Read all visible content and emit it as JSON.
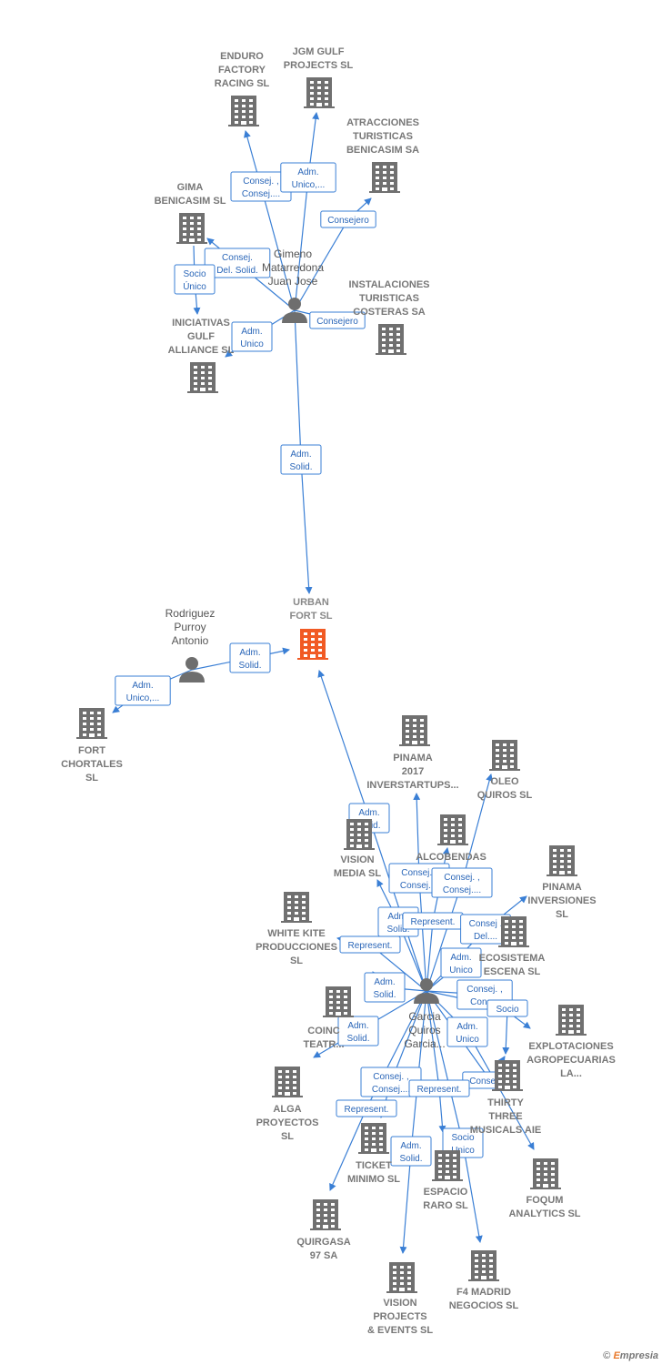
{
  "colors": {
    "company": "#707070",
    "focus": "#f15a24",
    "person": "#6e6e6e",
    "edge": "#3a7fd5"
  },
  "focus_node": {
    "id": "urban",
    "label": [
      "URBAN",
      "FORT SL"
    ]
  },
  "nodes": [
    {
      "id": "urban",
      "type": "focus",
      "label": [
        "URBAN",
        "FORT  SL"
      ]
    },
    {
      "id": "enduro",
      "type": "company",
      "label": [
        "ENDURO",
        "FACTORY",
        "RACING SL"
      ]
    },
    {
      "id": "jgm",
      "type": "company",
      "label": [
        "JGM GULF",
        "PROJECTS SL"
      ]
    },
    {
      "id": "atracciones",
      "type": "company",
      "label": [
        "ATRACCIONES",
        "TURISTICAS",
        "BENICASIM SA"
      ]
    },
    {
      "id": "gima",
      "type": "company",
      "label": [
        "GIMA",
        "BENICASIM SL"
      ]
    },
    {
      "id": "gimeno",
      "type": "person",
      "label": [
        "Gimeno",
        "Matarredona",
        "Juan Jose"
      ]
    },
    {
      "id": "instalaciones",
      "type": "company",
      "label": [
        "INSTALACIONES",
        "TURISTICAS",
        "COSTERAS SA"
      ]
    },
    {
      "id": "iniciativas",
      "type": "company",
      "label": [
        "INICIATIVAS",
        "GULF",
        "ALLIANCE  SL"
      ]
    },
    {
      "id": "rodriguez",
      "type": "person",
      "label": [
        "Rodriguez",
        "Purroy",
        "Antonio"
      ]
    },
    {
      "id": "fort",
      "type": "company",
      "label": [
        "FORT",
        "CHORTALES",
        "SL"
      ]
    },
    {
      "id": "pinama2017",
      "type": "company",
      "label": [
        "PINAMA",
        "2017",
        "INVERSTARTUPS..."
      ]
    },
    {
      "id": "oleo",
      "type": "company",
      "label": [
        "OLEO",
        "QUIROS  SL"
      ]
    },
    {
      "id": "alcobendas",
      "type": "company",
      "label": [
        "ALCOBENDAS"
      ]
    },
    {
      "id": "vision_media",
      "type": "company",
      "label": [
        "VISION",
        "MEDIA SL"
      ]
    },
    {
      "id": "pinama_inv",
      "type": "company",
      "label": [
        "PINAMA",
        "INVERSIONES",
        "SL"
      ]
    },
    {
      "id": "white_kite",
      "type": "company",
      "label": [
        "WHITE KITE",
        "PRODUCCIONES",
        "SL"
      ]
    },
    {
      "id": "ecosistema",
      "type": "company",
      "label": [
        "ECOSISTEMA",
        "ESCENA  SL"
      ]
    },
    {
      "id": "garcia",
      "type": "person",
      "label": [
        "Garcia",
        "Quiros",
        "Garcia..."
      ]
    },
    {
      "id": "coinc",
      "type": "company",
      "label": [
        "COINC",
        "TEATR..."
      ]
    },
    {
      "id": "explotaciones",
      "type": "company",
      "label": [
        "EXPLOTACIONES",
        "AGROPECUARIAS",
        "LA..."
      ]
    },
    {
      "id": "alga",
      "type": "company",
      "label": [
        "ALGA",
        "PROYECTOS",
        "SL"
      ]
    },
    {
      "id": "thirty",
      "type": "company",
      "label": [
        "THIRTY",
        "THREE",
        "MUSICALS AIE"
      ]
    },
    {
      "id": "ticket",
      "type": "company",
      "label": [
        "TICKET",
        "MINIMO  SL"
      ]
    },
    {
      "id": "espacio",
      "type": "company",
      "label": [
        "ESPACIO",
        "RARO  SL"
      ]
    },
    {
      "id": "foqum",
      "type": "company",
      "label": [
        "FOQUM",
        "ANALYTICS  SL"
      ]
    },
    {
      "id": "quirgasa",
      "type": "company",
      "label": [
        "QUIRGASA",
        "97 SA"
      ]
    },
    {
      "id": "vision_projects",
      "type": "company",
      "label": [
        "VISION",
        "PROJECTS",
        "& EVENTS SL"
      ]
    },
    {
      "id": "f4",
      "type": "company",
      "label": [
        "F4 MADRID",
        "NEGOCIOS  SL"
      ]
    }
  ],
  "edges": [
    {
      "from": "gimeno",
      "to": "enduro",
      "label": [
        "Consej. ,",
        "Consej...."
      ]
    },
    {
      "from": "gimeno",
      "to": "jgm",
      "label": [
        "Adm.",
        "Unico,..."
      ]
    },
    {
      "from": "gimeno",
      "to": "atracciones",
      "label": [
        "Consejero"
      ]
    },
    {
      "from": "gimeno",
      "to": "gima",
      "label": [
        "Consej.",
        "Del. Solid."
      ]
    },
    {
      "from": "gima",
      "to": "iniciativas",
      "label": [
        "Socio",
        "Único"
      ]
    },
    {
      "from": "gimeno",
      "to": "iniciativas",
      "label": [
        "Adm.",
        "Unico"
      ]
    },
    {
      "from": "gimeno",
      "to": "instalaciones",
      "label": [
        "Consejero"
      ]
    },
    {
      "from": "gimeno",
      "to": "urban",
      "label": [
        "Adm.",
        "Solid."
      ]
    },
    {
      "from": "rodriguez",
      "to": "urban",
      "label": [
        "Adm.",
        "Solid."
      ]
    },
    {
      "from": "rodriguez",
      "to": "fort",
      "label": [
        "Adm.",
        "Unico,..."
      ]
    },
    {
      "from": "garcia",
      "to": "urban",
      "label": [
        "Adm.",
        "Solid."
      ]
    },
    {
      "from": "garcia",
      "to": "pinama2017",
      "label": [
        "Consej. ,",
        "Consej...."
      ]
    },
    {
      "from": "garcia",
      "to": "oleo",
      "label": [
        "Consej. ,",
        "Consej...."
      ]
    },
    {
      "from": "garcia",
      "to": "vision_media",
      "label": [
        "Adm.",
        "Solid."
      ]
    },
    {
      "from": "garcia",
      "to": "alcobendas",
      "label": [
        "Represent."
      ]
    },
    {
      "from": "garcia",
      "to": "pinama_inv",
      "label": [
        "Consej .",
        "Del...."
      ]
    },
    {
      "from": "garcia",
      "to": "white_kite",
      "label": [
        "Represent."
      ]
    },
    {
      "from": "garcia",
      "to": "ecosistema",
      "label": [
        "Adm.",
        "Unico"
      ]
    },
    {
      "from": "garcia",
      "to": "coinc",
      "label": [
        "Adm.",
        "Solid."
      ]
    },
    {
      "from": "garcia",
      "to": "explotaciones",
      "label": [
        "Consej. ,",
        "Cons..."
      ]
    },
    {
      "from": "garcia",
      "to": "thirty",
      "label": [
        "Socio"
      ]
    },
    {
      "from": "garcia",
      "to": "alga",
      "label": [
        "Adm.",
        "Solid."
      ]
    },
    {
      "from": "garcia",
      "to": "foqum",
      "label": [
        "Adm.",
        "Unico"
      ]
    },
    {
      "from": "garcia",
      "to": "ticket",
      "label": [
        "Consej. ,",
        "Consej...."
      ]
    },
    {
      "from": "garcia",
      "to": "thirty",
      "label": [
        "Consejero"
      ]
    },
    {
      "from": "garcia",
      "to": "espacio",
      "label": [
        "Represent."
      ]
    },
    {
      "from": "garcia",
      "to": "quirgasa",
      "label": [
        "Represent."
      ]
    },
    {
      "from": "garcia",
      "to": "vision_projects",
      "label": [
        "Adm.",
        "Solid."
      ]
    },
    {
      "from": "garcia",
      "to": "f4",
      "label": [
        "Socio",
        "Unico"
      ]
    }
  ],
  "footer": {
    "copyright": "©",
    "brand_initial": "E",
    "brand_rest": "mpresia"
  }
}
